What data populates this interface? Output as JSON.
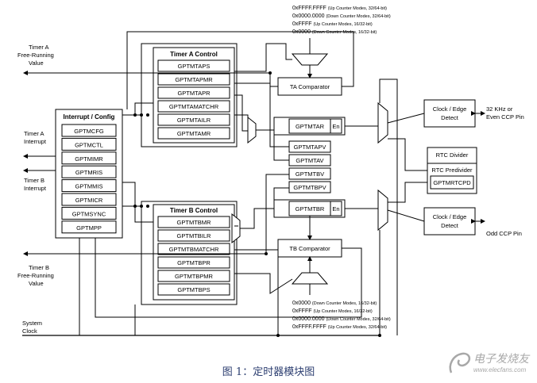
{
  "diagram": {
    "inputs_outputs": {
      "timer_a_free_running": [
        "Timer A",
        "Free-Running",
        "Value"
      ],
      "timer_a_interrupt": [
        "Timer A",
        "Interrupt"
      ],
      "timer_b_interrupt": [
        "Timer B",
        "Interrupt"
      ],
      "timer_b_free_running": [
        "Timer B",
        "Free-Running",
        "Value"
      ],
      "system_clock": [
        "System",
        "Clock"
      ],
      "ccp_even": [
        "32 KHz or",
        "Even CCP Pin"
      ],
      "ccp_odd": "Odd CCP Pin"
    },
    "interrupt_config": {
      "title": "Interrupt / Config",
      "registers": [
        "GPTMCFG",
        "GPTMCTL",
        "GPTMIMR",
        "GPTMRIS",
        "GPTMMIS",
        "GPTMICR",
        "GPTMSYNC",
        "GPTMPP"
      ]
    },
    "timer_a_control": {
      "title": "Timer A Control",
      "registers": [
        "GPTMTAPS",
        "GPTMTAPMR",
        "GPTMTAPR",
        "GPTMTAMATCHR",
        "GPTMTAILR",
        "GPTMTAMR"
      ]
    },
    "timer_b_control": {
      "title": "Timer B Control",
      "registers": [
        "GPTMTBMR",
        "GPTMTBILR",
        "GPTMTBMATCHR",
        "GPTMTBPR",
        "GPTMTBPMR",
        "GPTMTBPS"
      ]
    },
    "ta_comparator": "TA Comparator",
    "tb_comparator": "TB Comparator",
    "gptmtar": "GPTMTAR",
    "gptmtbr": "GPTMTBR",
    "enable_label": "En",
    "middle_registers": [
      "GPTMTAPV",
      "GPTMTAV",
      "GPTMTBV",
      "GPTMTBPV"
    ],
    "clock_edge_detect": [
      "Clock / Edge",
      "Detect"
    ],
    "rtc_divider": "RTC Divider",
    "rtc_predivider": "RTC Predivider",
    "gptmrtcpd": "GPTMRTCPD",
    "top_values": [
      {
        "value": "0xFFFF.FFFF",
        "mode": "(Up Counter Modes, 32/64-bit)"
      },
      {
        "value": "0x0000.0000",
        "mode": "(Down Counter Modes, 32/64-bit)"
      },
      {
        "value": "0xFFFF",
        "mode": "(Up Counter Modes, 16/32-bit)"
      },
      {
        "value": "0x0000",
        "mode": "(Down Counter Modes, 16/32-bit)"
      }
    ],
    "bottom_values": [
      {
        "value": "0x0000",
        "mode": "(Down Counter Modes, 16/32-bit)"
      },
      {
        "value": "0xFFFF",
        "mode": "(Up Counter Modes, 16/32-bit)"
      },
      {
        "value": "0x0000.0000",
        "mode": "(Down Counter Modes, 32/64-bit)"
      },
      {
        "value": "0xFFFF.FFFF",
        "mode": "(Up Counter Modes, 32/64-bit)"
      }
    ]
  },
  "caption": "图 1：定时器模块图",
  "watermark": {
    "main": "电子发烧友",
    "url": "www.elecfans.com"
  }
}
